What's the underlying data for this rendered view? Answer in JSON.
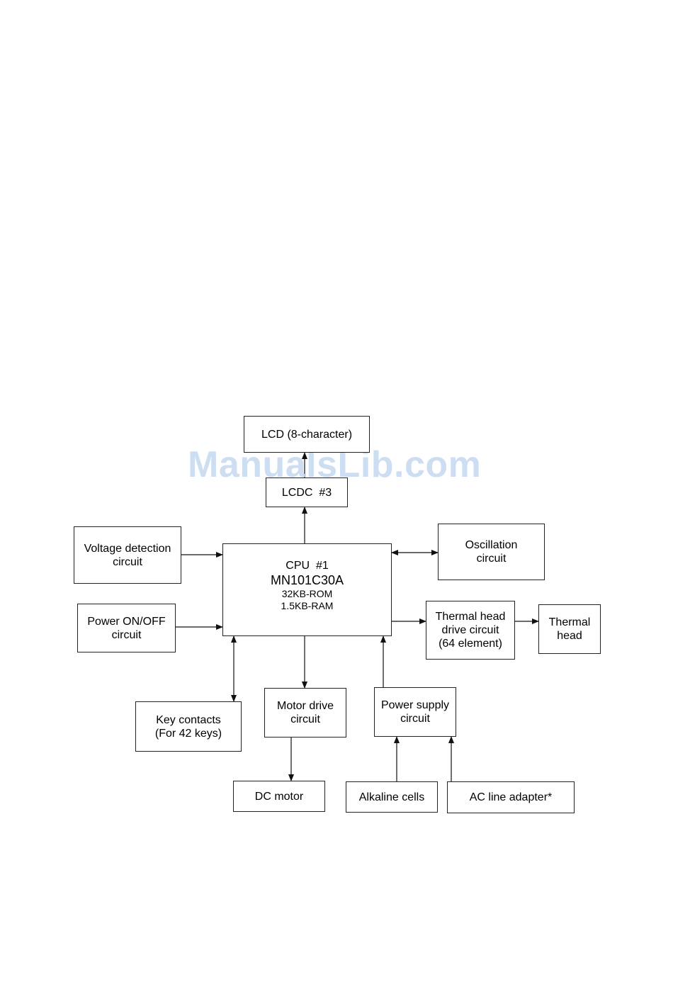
{
  "watermark": "ManualsLib.com",
  "blocks": {
    "lcd": [
      "LCD (8-character)"
    ],
    "lcdc": [
      "LCDC  #3"
    ],
    "voltage": [
      "Voltage detection",
      "circuit"
    ],
    "oscillation": [
      "Oscillation",
      "circuit"
    ],
    "cpu": [
      "CPU  #1",
      "MN101C30A",
      "32KB-ROM",
      "1.5KB-RAM"
    ],
    "power_onoff": [
      "Power ON/OFF",
      "circuit"
    ],
    "thermal_drive": [
      "Thermal head",
      "drive circuit",
      "(64 element)"
    ],
    "thermal_head": [
      "Thermal",
      "head"
    ],
    "key_contacts": [
      "Key contacts",
      "(For 42 keys)"
    ],
    "motor_drive": [
      "Motor drive",
      "circuit"
    ],
    "power_supply": [
      "Power supply",
      "circuit"
    ],
    "dc_motor": [
      "DC motor"
    ],
    "alkaline": [
      "Alkaline cells"
    ],
    "ac_adapter": [
      "AC line adapter*"
    ]
  }
}
